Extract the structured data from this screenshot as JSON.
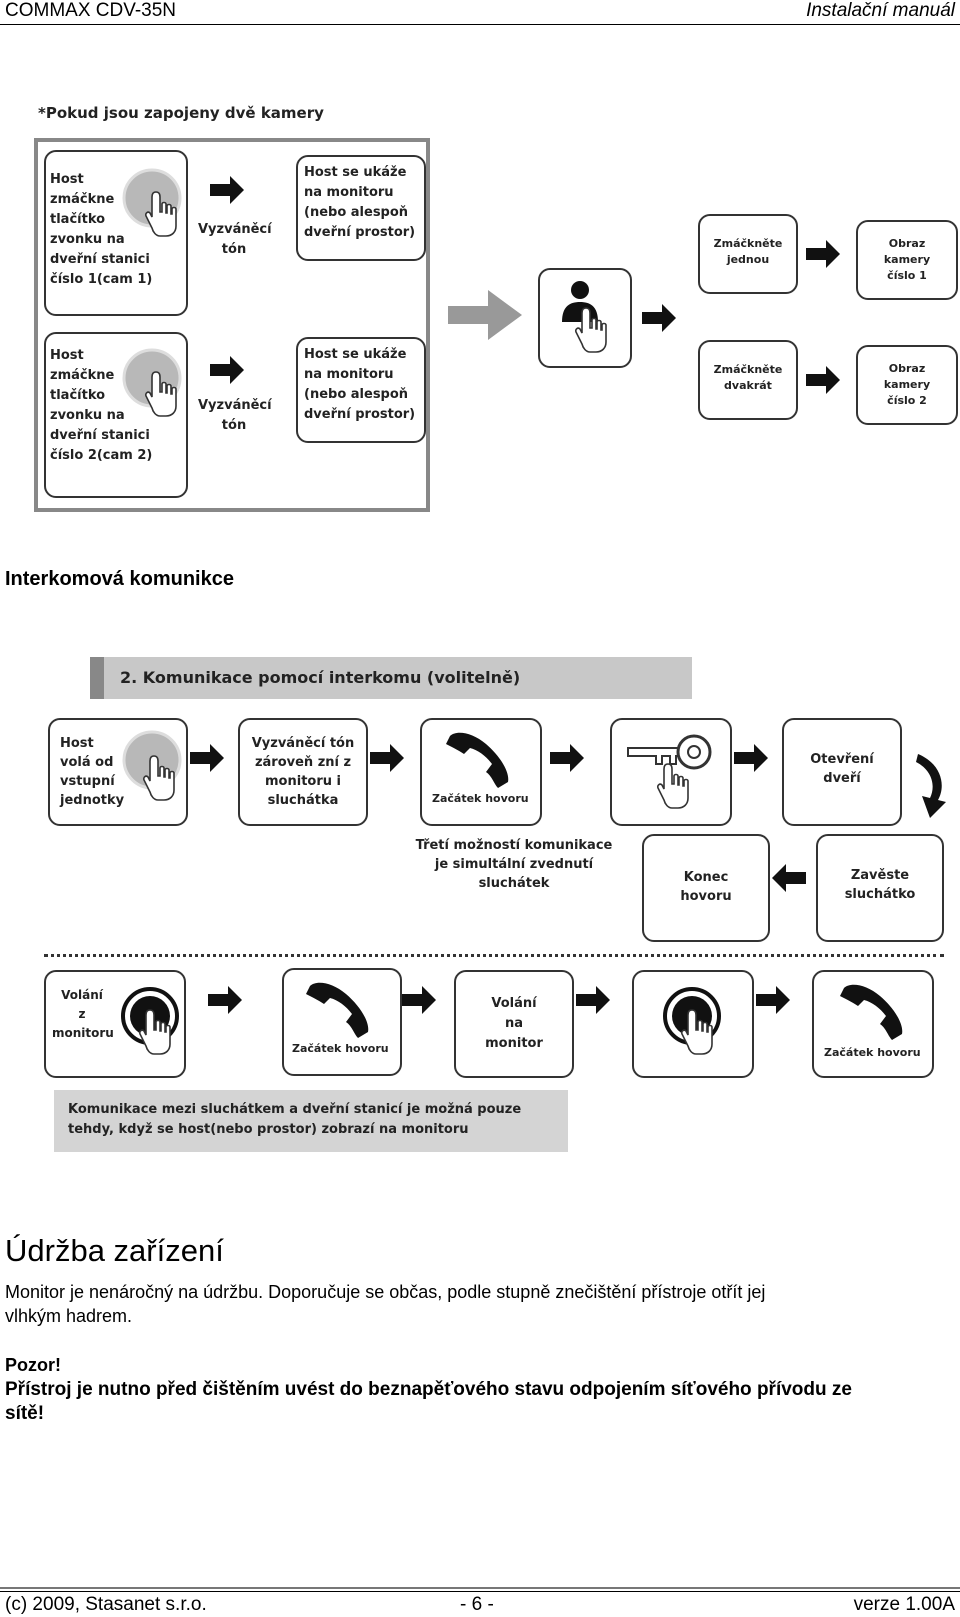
{
  "header": {
    "left": "COMMAX CDV-35N",
    "right": "Instalační manuál"
  },
  "diagram1": {
    "title": "*Pokud jsou zapojeny dvě kamery",
    "row1_host": "Host\nzmáčkne\ntlačítko\nzvonku na\ndveřní stanici\nčíslo 1(cam 1)",
    "row1_tone": "Vyzváněcí\ntón",
    "row1_show": "Host se ukáže\nna monitoru\n(nebo alespoň\ndveřní prostor)",
    "row2_host": "Host\nzmáčkne\ntlačítko\nzvonku na\ndveřní stanici\nčíslo 2(cam 2)",
    "row2_tone": "Vyzváněcí\ntón",
    "row2_show": "Host se ukáže\nna monitoru\n(nebo alespoň\ndveřní prostor)",
    "press_once": "Zmáčkněte\njednou",
    "cam1": "Obraz\nkamery\nčíslo 1",
    "press_twice": "Zmáčkněte\ndvakrát",
    "cam2": "Obraz\nkamery\nčíslo 2"
  },
  "section_intercom": "Interkomová komunikce",
  "diagram2": {
    "banner": "2. Komunikace pomocí interkomu (volitelně)",
    "host_calls": "Host\nvolá od\nvstupní\njednotky",
    "ring_both": "Vyzváněcí tón\nzároveň zní z\nmonitoru i\nsluchátka",
    "call_start": "Začátek hovoru",
    "open_door": "Otevření\ndveří",
    "third_option": "Třetí možností komunikace\nje simultální zvednutí\nsluchátek",
    "end_call": "Konec\nhovoru",
    "hang_up": "Zavěste\nsluchátko",
    "call_from_monitor": "Volání\nz\nmonitoru",
    "call_start_2": "Začátek hovoru",
    "call_to_monitor": "Volání\nna\nmonitor",
    "call_start_3": "Začátek hovoru",
    "note": "Komunikace mezi sluchátkem a dveřní stanicí je možná pouze\ntehdy, když se host(nebo prostor) zobrazí na monitoru"
  },
  "maintenance": {
    "title": "Údržba zařízení",
    "text": "Monitor je nenáročný na údržbu. Doporučuje se občas, podle stupně znečištění přístroje otřít jej\nvlhkým hadrem.",
    "warning_title": "Pozor!",
    "warning_text": "Přístroj je nutno před čištěním uvést do beznapěťového stavu odpojením síťového přívodu ze\nsítě!"
  },
  "footer": {
    "left": "(c) 2009, Stasanet s.r.o.",
    "center": "- 6 -",
    "right": "verze 1.00A"
  },
  "colors": {
    "banner_bg": "#c8c8c8",
    "note_bg": "#d4d4d4",
    "frame": "#888888",
    "button_gray": "#b8b8b8"
  }
}
